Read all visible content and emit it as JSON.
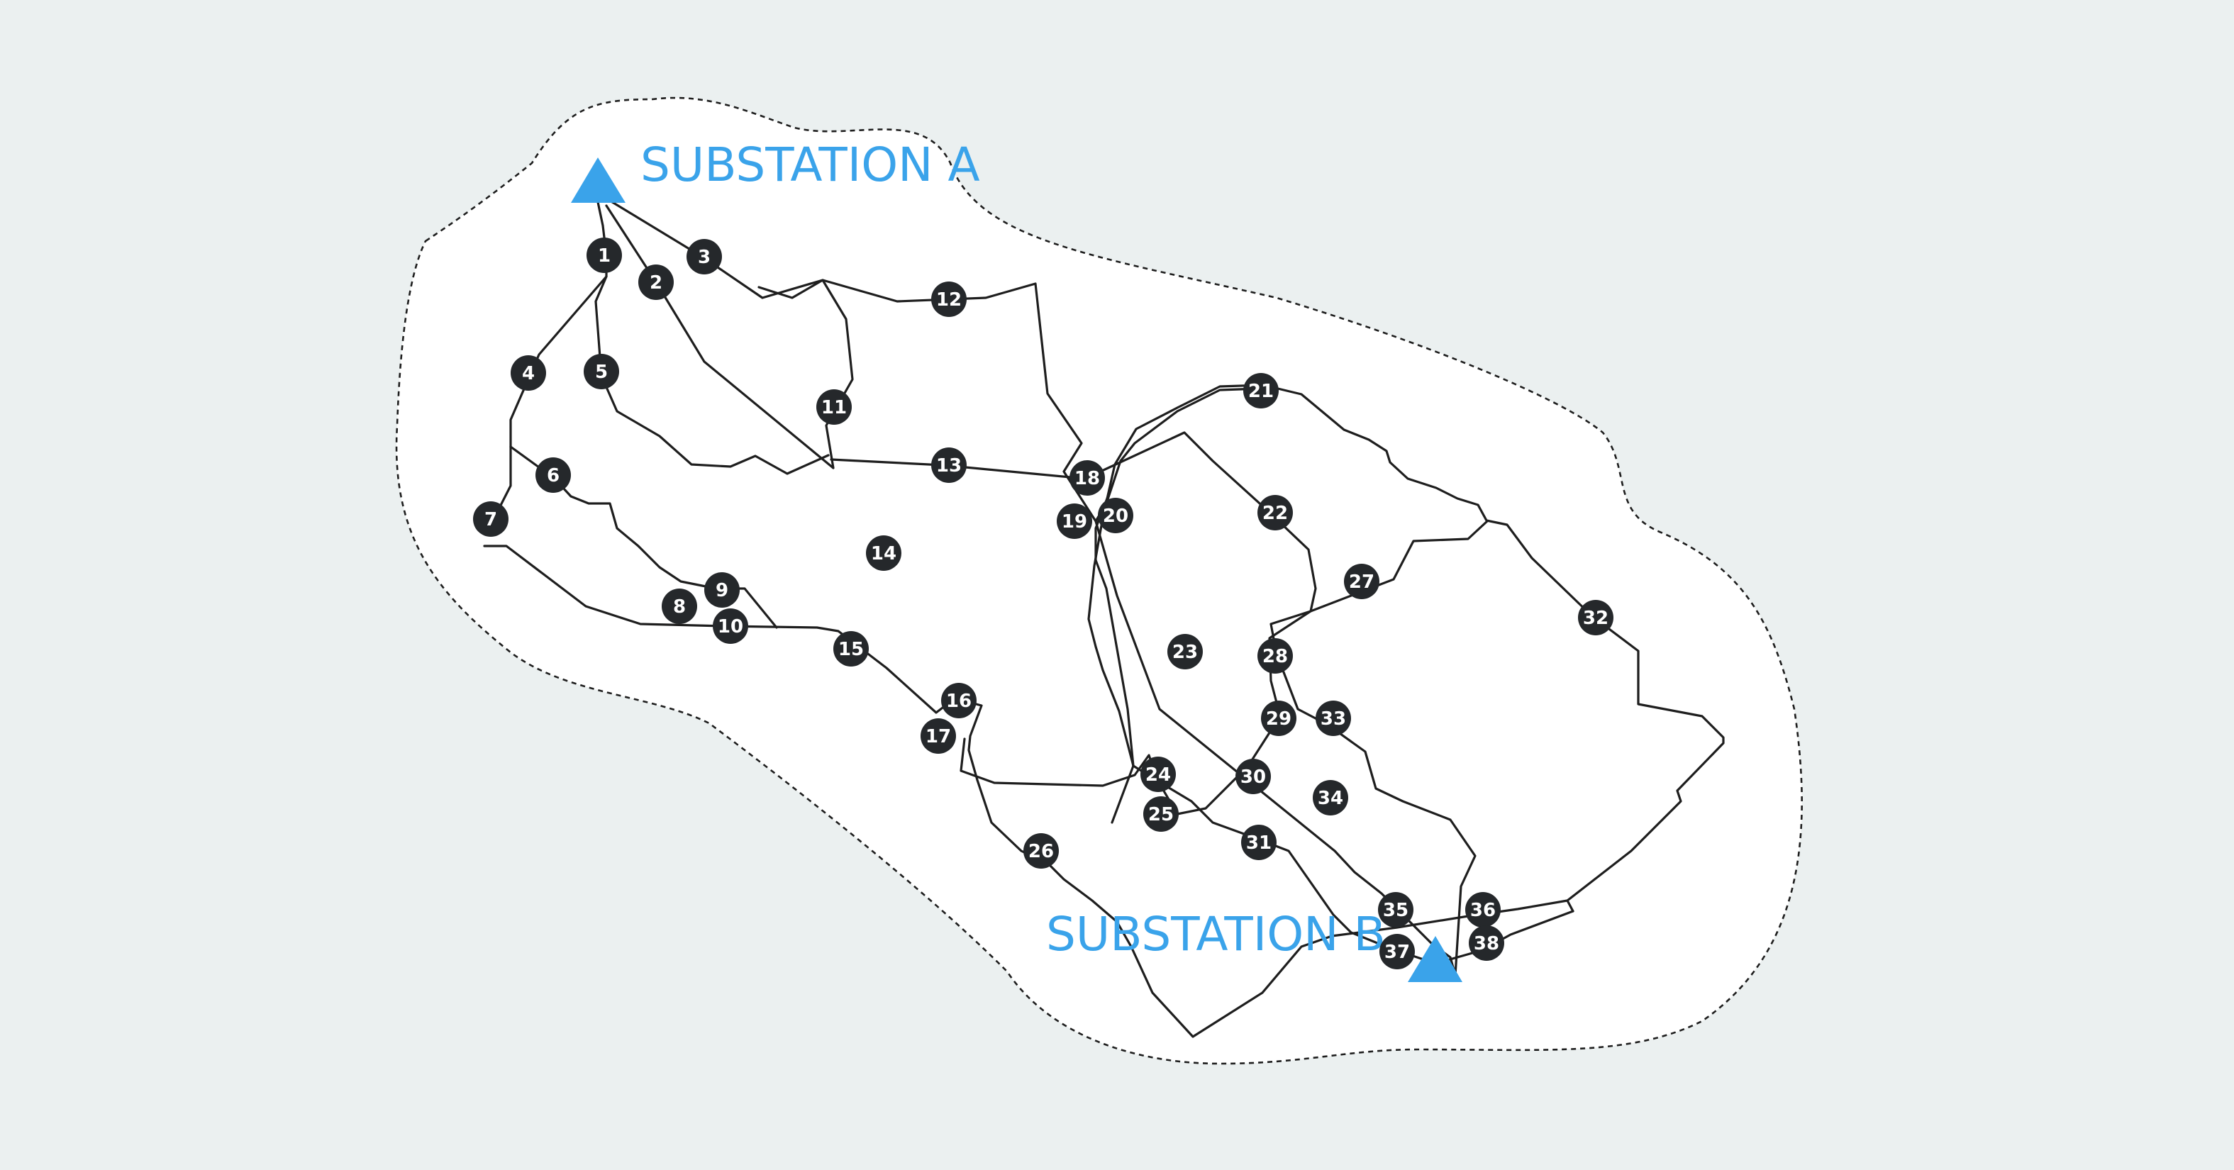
{
  "colors": {
    "background": "#ebf0f0",
    "area": "#ffffff",
    "line": "#1e1e1e",
    "node": "#25282b",
    "substation": "#3aa3ea"
  },
  "substations": [
    {
      "id": "A",
      "label": "SUBSTATION A",
      "icon": "triangle-icon"
    },
    {
      "id": "B",
      "label": "SUBSTATION B",
      "icon": "triangle-icon"
    }
  ],
  "nodes": [
    "1",
    "2",
    "3",
    "4",
    "5",
    "6",
    "7",
    "8",
    "9",
    "10",
    "11",
    "12",
    "13",
    "14",
    "15",
    "16",
    "17",
    "18",
    "19",
    "20",
    "21",
    "22",
    "23",
    "24",
    "25",
    "26",
    "27",
    "28",
    "29",
    "30",
    "31",
    "32",
    "33",
    "34",
    "35",
    "36",
    "37",
    "38"
  ]
}
